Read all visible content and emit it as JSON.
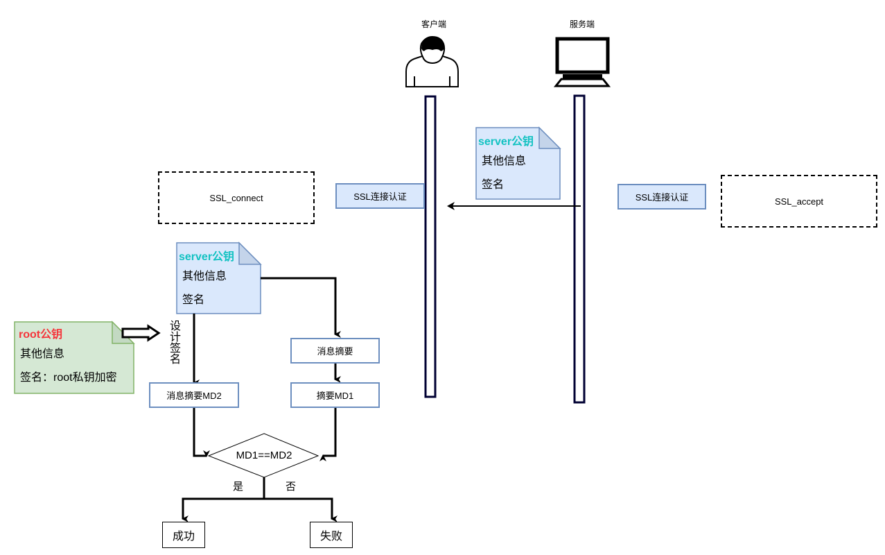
{
  "actors": {
    "client": {
      "label": "客户端",
      "icon": "user-icon"
    },
    "server": {
      "label": "服务端",
      "icon": "monitor-icon"
    }
  },
  "boxes": {
    "ssl_connect": "SSL_connect",
    "ssl_accept": "SSL_accept",
    "client_auth": "SSL连接认证",
    "server_auth": "SSL连接认证"
  },
  "server_cert_message": {
    "title": "server公钥",
    "line1": "其他信息",
    "line2": "签名"
  },
  "server_cert_verify": {
    "title": "server公钥",
    "line1": "其他信息",
    "line2": "签名"
  },
  "root_cert": {
    "title": "root公钥",
    "line1": "其他信息",
    "line2": "签名：root私钥加密"
  },
  "flow": {
    "design_signature": "设计签名",
    "digest_md2": "消息摘要MD2",
    "message_digest": "消息摘要",
    "digest_md1": "摘要MD1",
    "compare": "MD1==MD2",
    "yes": "是",
    "no": "否",
    "success": "成功",
    "failure": "失败"
  },
  "colors": {
    "note_blue_fill": "#dae8fc",
    "note_blue_stroke": "#6c8ebf",
    "note_green_fill": "#d5e8d4",
    "note_green_stroke": "#82b366",
    "lifeline": "#000033",
    "cyan_title": "#13c2c2",
    "red_title": "#f5353b"
  }
}
